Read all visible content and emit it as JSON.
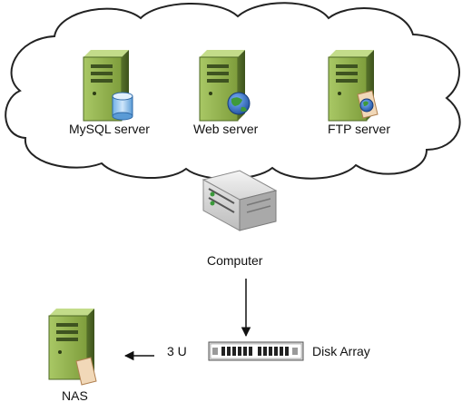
{
  "cloud": {
    "servers": [
      {
        "label": "MySQL server",
        "badge": "database-cylinder-icon"
      },
      {
        "label": "Web server",
        "badge": "globe-icon"
      },
      {
        "label": "FTP server",
        "badge": "folder-globe-icon"
      }
    ]
  },
  "computer": {
    "label": "Computer",
    "icon": "rack-server-icon"
  },
  "disk_array": {
    "label": "Disk Array",
    "icon": "disk-array-icon"
  },
  "connection": {
    "label": "3 U"
  },
  "nas": {
    "label": "NAS",
    "icon": "tower-server-folder-icon"
  },
  "colors": {
    "server_green": "#8fb04a",
    "server_dark": "#4e6824",
    "cloud_outline": "#222222",
    "arrow": "#111111"
  }
}
